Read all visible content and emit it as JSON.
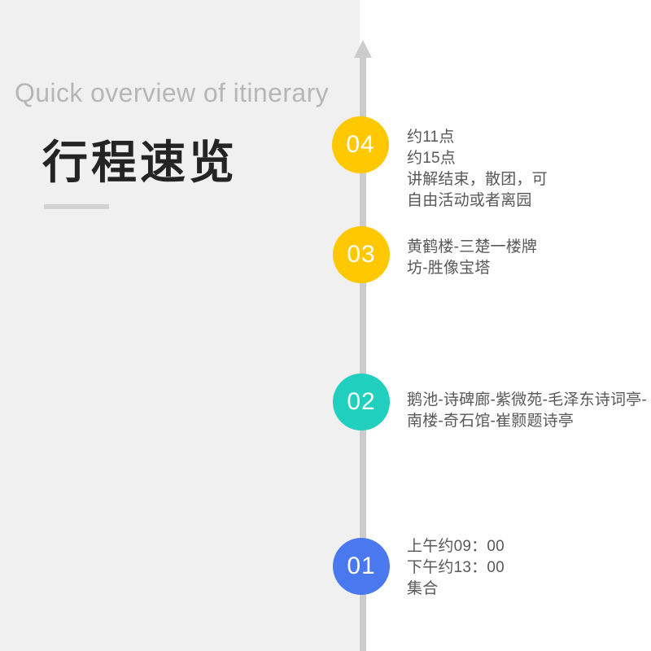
{
  "header": {
    "subtitle_en": "Quick overview of itinerary",
    "title_cn": "行程速览"
  },
  "colors": {
    "panel_bg": "#f0f0f0",
    "page_bg": "#ffffff",
    "axis": "#cccccc",
    "rule": "#d3d3d3",
    "subtitle": "#b6b6b6",
    "title": "#242424",
    "body_text": "#585858",
    "node_yellow": "#ffc800",
    "node_teal": "#20cfbe",
    "node_blue": "#4a78ee"
  },
  "timeline": {
    "direction": "upward-arrow",
    "items": [
      {
        "number": "04",
        "color": "#ffc800",
        "text": "约11点\n约15点\n讲解结束，散团，可\n自由活动或者离园"
      },
      {
        "number": "03",
        "color": "#ffc800",
        "text": "黄鹤楼-三楚一楼牌\n坊-胜像宝塔"
      },
      {
        "number": "02",
        "color": "#20cfbe",
        "text": "鹅池-诗碑廊-紫微苑-毛泽东诗词亭-\n南楼-奇石馆-崔颢题诗亭"
      },
      {
        "number": "01",
        "color": "#4a78ee",
        "text": "上午约09：00\n下午约13：00\n集合"
      }
    ]
  }
}
